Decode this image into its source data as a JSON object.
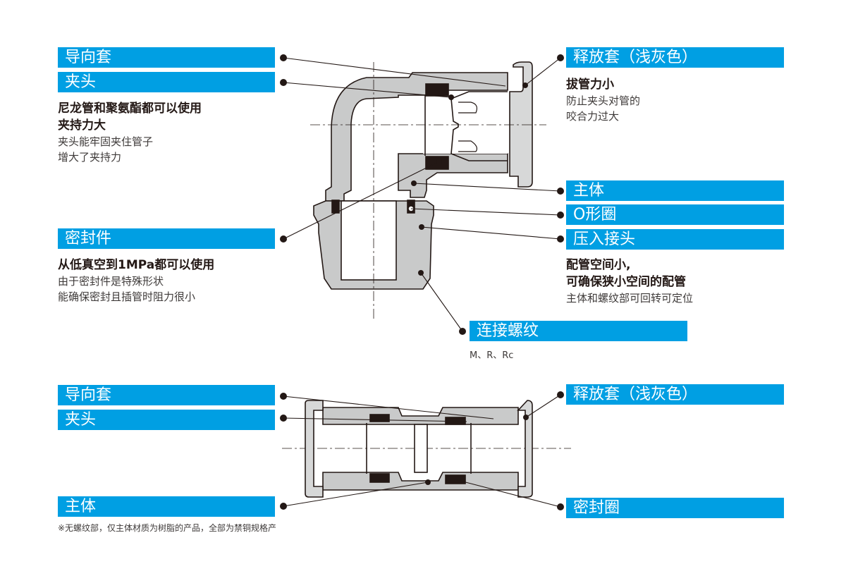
{
  "accent_color": "#009fe3",
  "top_diagram": {
    "labels": {
      "guide_sleeve": "导向套",
      "chuck": "夹头",
      "seal": "密封件",
      "release_sleeve": "释放套（浅灰色）",
      "body": "主体",
      "o_ring": "O形圈",
      "press_fitting": "压入接头",
      "thread": "连接螺纹"
    },
    "chuck_desc": {
      "bold_lines": [
        "尼龙管和聚氨酯都可以使用",
        "夹持力大"
      ],
      "lines": [
        "夹头能牢固夹住管子",
        "增大了夹持力"
      ]
    },
    "seal_desc": {
      "bold_lines": [
        "从低真空到1MPa都可以使用"
      ],
      "lines": [
        "由于密封件是特殊形状",
        "能确保密封且插管时阻力很小"
      ]
    },
    "release_desc": {
      "bold_lines": [
        "拔管力小"
      ],
      "lines": [
        "防止夹头对管的",
        "咬合力过大"
      ]
    },
    "press_desc": {
      "bold_lines": [
        "配管空间小,",
        "可确保狭小空间的配管"
      ],
      "lines": [
        "主体和螺纹部可回转可定位"
      ]
    },
    "thread_desc": "M、R、Rc"
  },
  "bottom_diagram": {
    "labels": {
      "guide_sleeve": "导向套",
      "chuck": "夹头",
      "body": "主体",
      "release_sleeve": "释放套（浅灰色）",
      "seal_ring": "密封圈"
    },
    "footnote": "※无螺纹部，仅主体材质为树脂的产品，全部为禁铜规格产"
  }
}
